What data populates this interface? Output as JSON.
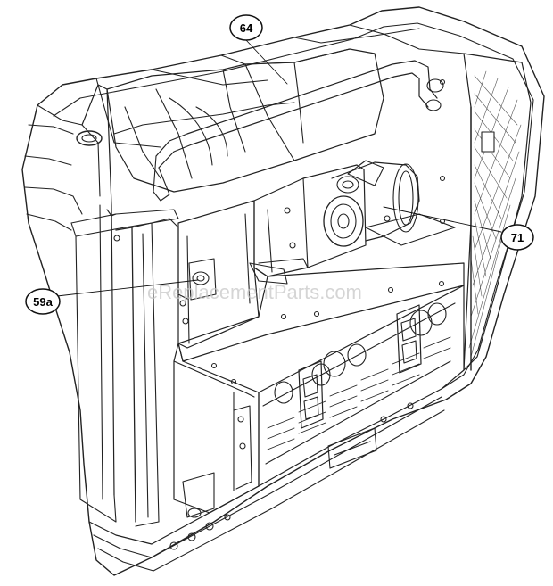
{
  "diagram": {
    "callouts": [
      {
        "id": "callout-64",
        "label": "64"
      },
      {
        "id": "callout-71",
        "label": "71"
      },
      {
        "id": "callout-59a",
        "label": "59a"
      }
    ],
    "watermark": "eReplacementParts.com",
    "colors": {
      "line": "#222222",
      "background": "#ffffff",
      "watermark": "#c8c8c8"
    }
  }
}
